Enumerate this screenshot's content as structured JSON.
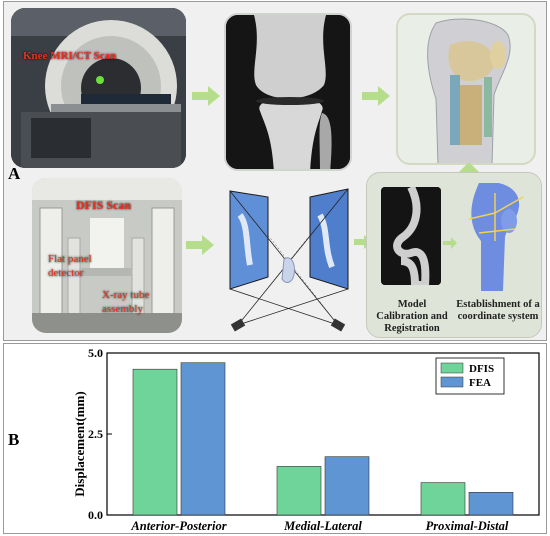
{
  "panel_a": {
    "label": "A",
    "mri_ct_label": "Knee MRI/CT Scan",
    "dfis_label": "DFIS Scan",
    "flat_panel_label": "Flat panel detector",
    "xray_label": "X-ray tube assembly",
    "model_caption": "Model Calibration and Registration",
    "coord_caption": "Establishment of a coordinate system"
  },
  "panel_b": {
    "label": "B"
  },
  "chart_data": {
    "type": "bar",
    "categories": [
      "Anterior-Posterior",
      "Medial-Lateral",
      "Proximal-Distal"
    ],
    "series": [
      {
        "name": "DFIS",
        "values": [
          4.5,
          1.5,
          1.0
        ],
        "color": "#6fd49a"
      },
      {
        "name": "FEA",
        "values": [
          4.7,
          1.8,
          0.7
        ],
        "color": "#5f95d2"
      }
    ],
    "ylabel": "Displacement(mm)",
    "xlabel": "",
    "ylim": [
      0,
      5
    ],
    "yticks": [
      "0.0",
      "2.5",
      "5.0"
    ],
    "legend_position": "top-right",
    "grid": false
  }
}
